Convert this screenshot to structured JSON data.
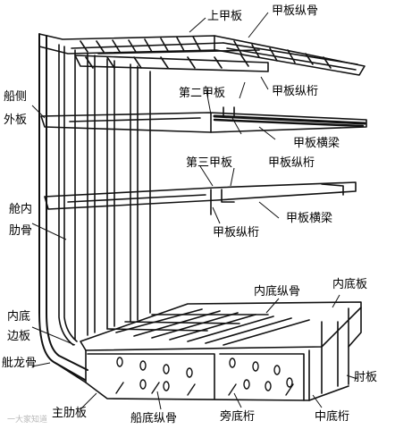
{
  "labels": {
    "upper_deck": "上甲板",
    "deck_longitudinal": "甲板纵骨",
    "second_deck": "第二甲板",
    "deck_girder_1": "甲板纵桁",
    "side_shell_1": "船侧",
    "side_shell_2": "外板",
    "deck_beam_1": "甲板横梁",
    "third_deck": "第三甲板",
    "deck_girder_2": "甲板纵桁",
    "side_frame_1": "舱内",
    "side_frame_2": "肋骨",
    "deck_beam_2": "甲板横梁",
    "deck_girder_3": "甲板纵桁",
    "inner_bottom_long": "内底纵骨",
    "inner_bottom": "内底板",
    "margin_plate_1": "内底",
    "margin_plate_2": "边板",
    "bilge_keel": "舭龙骨",
    "bracket_floor": "肘板",
    "main_floor": "主肋板",
    "bottom_long": "船底纵骨",
    "side_girder": "旁底桁",
    "center_girder": "中底桁"
  },
  "watermark": "一大家知道"
}
